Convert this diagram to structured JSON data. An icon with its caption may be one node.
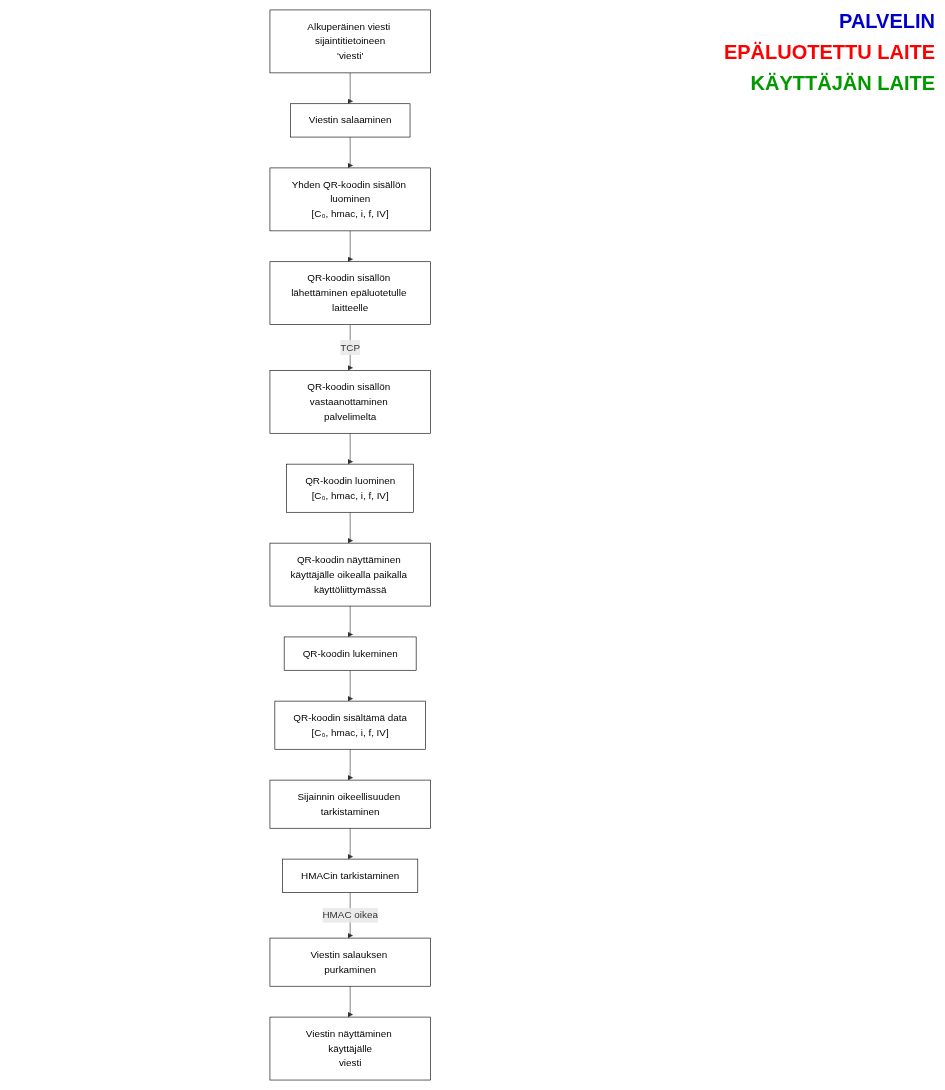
{
  "diagram": {
    "nodes": [
      {
        "text": [
          "Alkuperäinen viesti sijaintitietoineen",
          "'viesti'"
        ]
      },
      {
        "text": [
          "Viestin salaaminen"
        ]
      },
      {
        "text": [
          "Yhden QR-koodin sisällön luominen",
          "[C₀, hmac, i, f, IV]"
        ]
      },
      {
        "text": [
          "QR-koodin sisällön lähettäminen epäluotetulle laitteelle"
        ]
      },
      {
        "text": [
          "QR-koodin sisällön vastaanottaminen palvelimelta"
        ]
      },
      {
        "text": [
          "QR-koodin luominen",
          "[C₀, hmac, i, f, IV]"
        ]
      },
      {
        "text": [
          "QR-koodin näyttäminen käyttäjälle oikealla paikalla käyttöliittymässä"
        ]
      },
      {
        "text": [
          "QR-koodin lukeminen"
        ]
      },
      {
        "text": [
          "QR-koodin sisältämä data",
          "[C₀, hmac, i, f, IV]"
        ]
      },
      {
        "text": [
          "Sijainnin oikeellisuuden tarkistaminen"
        ]
      },
      {
        "text": [
          "HMACin tarkistaminen"
        ]
      },
      {
        "text": [
          "Viestin salauksen purkaminen"
        ]
      },
      {
        "text": [
          "Viestin näyttäminen käyttäjälle",
          "viesti"
        ]
      }
    ],
    "edges": [
      {
        "from": 0,
        "to": 1,
        "arrow": "to"
      },
      {
        "from": 1,
        "to": 2,
        "arrow": "to"
      },
      {
        "from": 2,
        "to": 3,
        "arrow": "to"
      },
      {
        "from": 3,
        "to": 4,
        "arrow": "to",
        "label": "TCP"
      },
      {
        "from": 4,
        "to": 5,
        "arrow": "to"
      },
      {
        "from": 5,
        "to": 6,
        "arrow": "to"
      },
      {
        "from": 6,
        "to": 7,
        "arrow": "to"
      },
      {
        "from": 7,
        "to": 8,
        "arrow": "to"
      },
      {
        "from": 8,
        "to": 9,
        "arrow": "to"
      },
      {
        "from": 9,
        "to": 10,
        "arrow": "to"
      },
      {
        "from": 10,
        "to": 11,
        "arrow": "to",
        "label": "HMAC oikea"
      },
      {
        "from": 11,
        "to": 12,
        "arrow": "to"
      }
    ],
    "labels": [
      "PALVELIN",
      "EPÄLUOTETTU LAITE",
      "KÄYTTÄJÄN LAITE"
    ]
  }
}
